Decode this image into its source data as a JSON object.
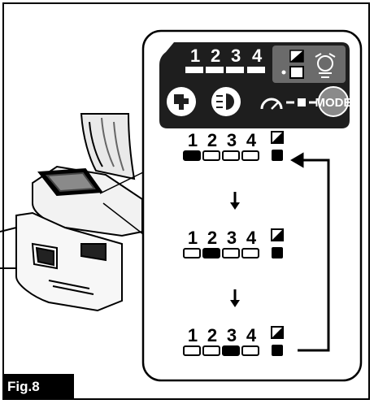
{
  "figure": {
    "label": "Fig.8"
  },
  "panel": {
    "level_numbers": [
      "1",
      "2",
      "3",
      "4"
    ],
    "mode_button": "MODE"
  },
  "sequence": [
    {
      "numbers": [
        "1",
        "2",
        "3",
        "4"
      ],
      "lit_index": 0
    },
    {
      "numbers": [
        "1",
        "2",
        "3",
        "4"
      ],
      "lit_index": 1
    },
    {
      "numbers": [
        "1",
        "2",
        "3",
        "4"
      ],
      "lit_index": 2
    }
  ]
}
